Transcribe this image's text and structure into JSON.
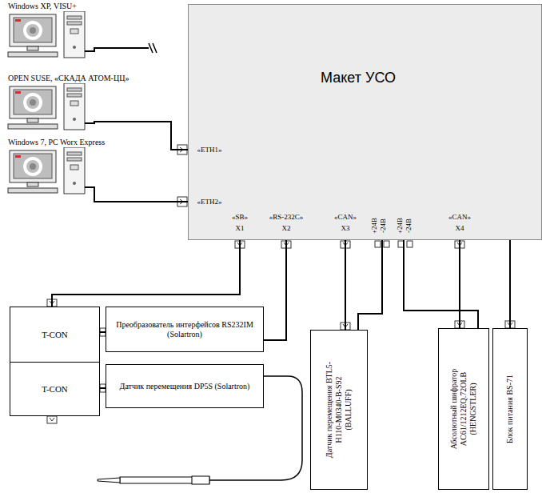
{
  "diagram": {
    "nodes": [
      {
        "text": [
          "Windows XP, VISU+"
        ]
      },
      {
        "text": [
          "OPEN SUSE, «СКАДА АТОМ-ЦЦ»"
        ]
      },
      {
        "text": [
          "Windows 7, PC Worx Express"
        ]
      },
      {
        "text": [
          "Макет УСО"
        ]
      },
      {
        "text": [
          "T-CON"
        ]
      },
      {
        "text": [
          "Преобразователь интерфейсов RS232IM (Solartron)"
        ]
      },
      {
        "text": [
          "T-CON"
        ]
      },
      {
        "text": [
          "Датчик перемещения DP5S (Solartron)"
        ]
      },
      {
        "text": [
          "Датчик перемещения BTL5-H110-M0340-B-S92 (BALLUFF)"
        ]
      },
      {
        "text": [
          "Абсолютный шифратор AC61/1212EQ.72OLB (HENGSTLER)"
        ]
      },
      {
        "text": [
          "Блок питания BS-71"
        ]
      }
    ],
    "edges": [
      {
        "from": 1,
        "to": 3,
        "arrow": "none"
      },
      {
        "from": 2,
        "to": 3,
        "arrow": "none"
      },
      {
        "from": 3,
        "to": 4,
        "arrow": "none"
      },
      {
        "from": 3,
        "to": 5,
        "arrow": "none"
      },
      {
        "from": 4,
        "to": 5,
        "arrow": "none"
      },
      {
        "from": 6,
        "to": 7,
        "arrow": "none"
      },
      {
        "from": 3,
        "to": 8,
        "arrow": "none"
      },
      {
        "from": 3,
        "to": 8,
        "arrow": "none"
      },
      {
        "from": 3,
        "to": 9,
        "arrow": "none"
      },
      {
        "from": 3,
        "to": 9,
        "arrow": "none"
      },
      {
        "from": 3,
        "to": 10,
        "arrow": "none"
      }
    ],
    "labels": [
      "«ETH1»",
      "«ETH2»",
      "«SB»",
      "X1",
      "«RS-232C»",
      "X2",
      "«CAN»",
      "X3",
      "+24В",
      "-24В",
      "+24В",
      "-24В",
      "«CAN»",
      "X4"
    ]
  }
}
